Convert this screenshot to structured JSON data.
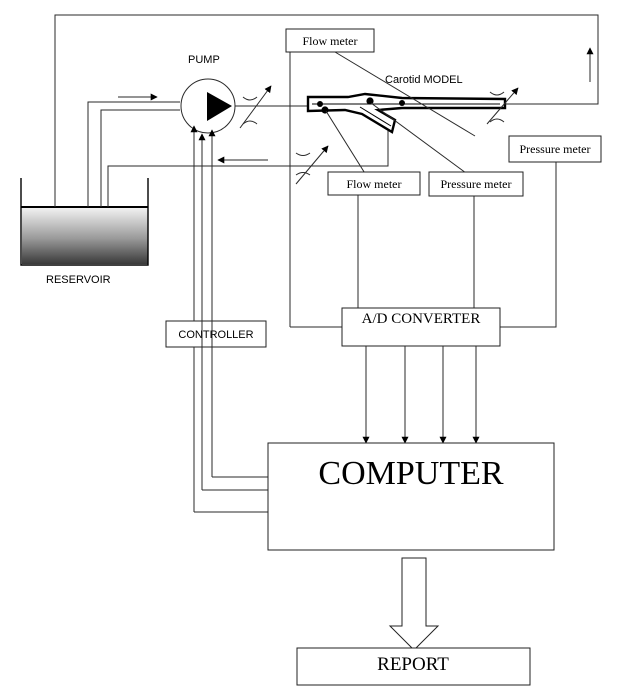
{
  "labels": {
    "pump": "PUMP",
    "model": "Carotid MODEL",
    "flow_meter_top": "Flow meter",
    "flow_meter_mid": "Flow meter",
    "pressure_meter_mid": "Pressure meter",
    "pressure_meter_right": "Pressure meter",
    "reservoir": "RESERVOIR",
    "controller": "CONTROLLER",
    "ad_converter": "A/D CONVERTER",
    "computer": "COMPUTER",
    "report": "REPORT"
  }
}
